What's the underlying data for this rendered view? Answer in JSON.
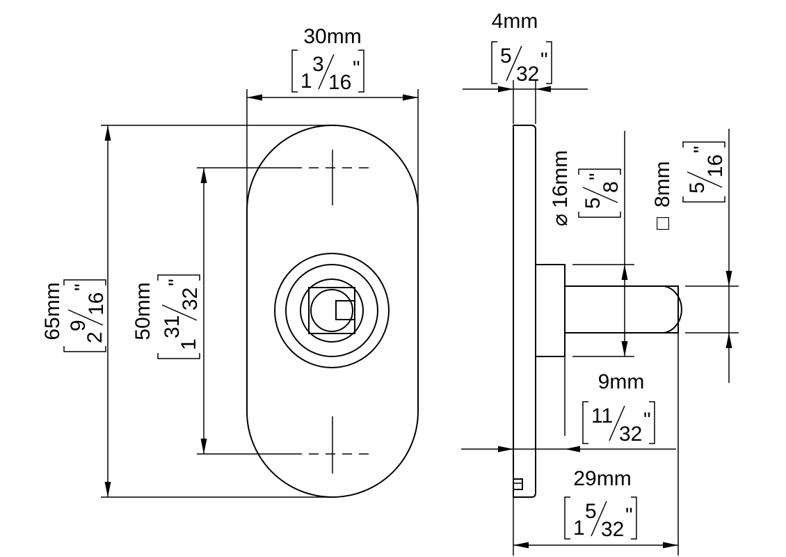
{
  "drawing": {
    "front_view": {
      "width": {
        "mm": "30mm",
        "inch": {
          "whole": "1",
          "num": "3",
          "den": "16",
          "unit": "\""
        }
      },
      "height": {
        "mm": "65mm",
        "inch": {
          "whole": "2",
          "num": "9",
          "den": "16",
          "unit": "\""
        }
      },
      "hole_spacing": {
        "mm": "50mm",
        "inch": {
          "whole": "1",
          "num": "31",
          "den": "32",
          "unit": "\""
        }
      }
    },
    "side_view": {
      "plate_thickness": {
        "mm": "4mm",
        "inch": {
          "whole": "",
          "num": "5",
          "den": "32",
          "unit": "\""
        }
      },
      "hub_diameter": {
        "symbol": "⌀",
        "mm": "16mm",
        "inch": {
          "whole": "",
          "num": "5",
          "den": "8",
          "unit": "\""
        }
      },
      "square_spindle": {
        "symbol": "□",
        "mm": "8mm",
        "inch": {
          "whole": "",
          "num": "5",
          "den": "16",
          "unit": "\""
        }
      },
      "spindle_length": {
        "mm": "9mm",
        "inch": {
          "whole": "",
          "num": "11",
          "den": "32",
          "unit": "\""
        }
      },
      "overall_depth": {
        "mm": "29mm",
        "inch": {
          "whole": "1",
          "num": "5",
          "den": "32",
          "unit": "\""
        }
      }
    }
  }
}
